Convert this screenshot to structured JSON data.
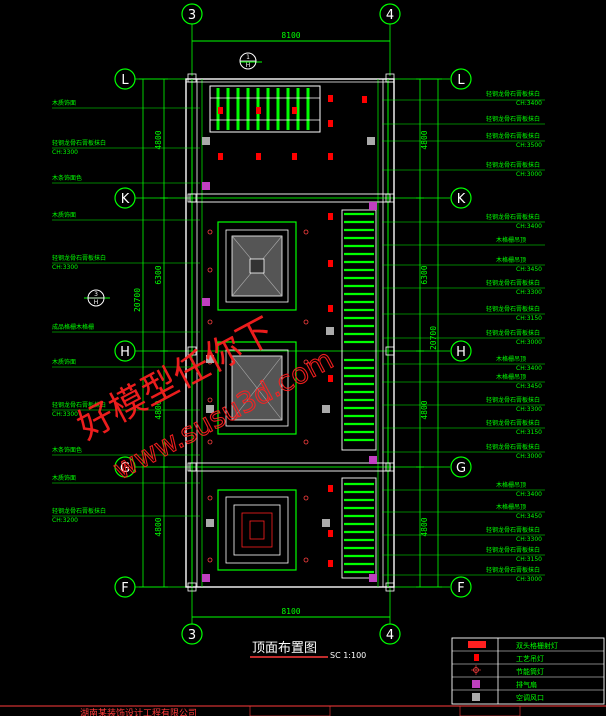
{
  "grid": {
    "top": [
      "3",
      "4"
    ],
    "bottom": [
      "3",
      "4"
    ],
    "rows": [
      "L",
      "K",
      "H",
      "G",
      "F"
    ]
  },
  "dims": {
    "top_width": "8100",
    "bottom_width": "8100",
    "total_left": "20700",
    "total_right": "20700",
    "seg_L_K_left": "4800",
    "seg_L_K_right": "4800",
    "seg_K_H_left": "6300",
    "seg_K_H_right": "6300",
    "seg_H_G_left": "4800",
    "seg_H_G_right": "4800",
    "seg_G_F_left": "4800",
    "seg_G_F_right": "4800"
  },
  "section_marks": {
    "top": {
      "num": "1",
      "sheet": "H"
    },
    "left": {
      "num": "3",
      "sheet": "H"
    }
  },
  "title": "顶面布置图",
  "scale": "SC 1:100",
  "left_labels": [
    {
      "text": "木质饰面"
    },
    {
      "text": "轻钢龙骨石膏板抹白",
      "sub": "CH:3300"
    },
    {
      "text": "木条饰面色"
    },
    {
      "text": "木质饰面"
    },
    {
      "text": "轻钢龙骨石膏板抹白",
      "sub": "CH:3300"
    },
    {
      "text": "成品格栅木格栅"
    },
    {
      "text": "木质饰面"
    },
    {
      "text": "轻钢龙骨石膏板抹白",
      "sub": "CH:3300"
    },
    {
      "text": "木条饰面色"
    },
    {
      "text": "木质饰面"
    },
    {
      "text": "轻钢龙骨石膏板抹白",
      "sub": "CH:3200"
    }
  ],
  "right_labels": [
    {
      "text": "轻钢龙骨石膏板抹白",
      "sub": "CH:3400"
    },
    {
      "text": "轻钢龙骨石膏板抹白"
    },
    {
      "text": "轻钢龙骨石膏板抹白",
      "sub": "CH:3500"
    },
    {
      "text": "轻钢龙骨石膏板抹白",
      "sub": "CH:3000"
    },
    {
      "text": "轻钢龙骨石膏板抹白",
      "sub": "CH:3400"
    },
    {
      "text": "木格栅吊顶"
    },
    {
      "text": "木格栅吊顶",
      "sub": "CH:3450"
    },
    {
      "text": "轻钢龙骨石膏板抹白",
      "sub": "CH:3300"
    },
    {
      "text": "轻钢龙骨石膏板抹白",
      "sub": "CH:3150"
    },
    {
      "text": "轻钢龙骨石膏板抹白",
      "sub": "CH:3000"
    },
    {
      "text": "木格栅吊顶",
      "sub": "CH:3400"
    },
    {
      "text": "木格栅吊顶",
      "sub": "CH:3450"
    },
    {
      "text": "轻钢龙骨石膏板抹白",
      "sub": "CH:3300"
    },
    {
      "text": "轻钢龙骨石膏板抹白",
      "sub": "CH:3150"
    },
    {
      "text": "轻钢龙骨石膏板抹白",
      "sub": "CH:3000"
    },
    {
      "text": "木格栅吊顶",
      "sub": "CH:3400"
    },
    {
      "text": "木格栅吊顶",
      "sub": "CH:3450"
    },
    {
      "text": "轻钢龙骨石膏板抹白",
      "sub": "CH:3300"
    },
    {
      "text": "轻钢龙骨石膏板抹白",
      "sub": "CH:3150"
    },
    {
      "text": "轻钢龙骨石膏板抹白",
      "sub": "CH:3000"
    }
  ],
  "legend": [
    {
      "symbol": "double-spot",
      "label": "双头格栅射灯"
    },
    {
      "symbol": "red-square",
      "label": "工艺吊灯"
    },
    {
      "symbol": "down-light",
      "label": "节能筒灯"
    },
    {
      "symbol": "exhaust",
      "label": "排气扇"
    },
    {
      "symbol": "air-outlet",
      "label": "空调风口"
    }
  ],
  "watermark": {
    "line1": "好模型任你下",
    "line2": "www.susu3d.com"
  },
  "footer_text": "湖南某装饰设计工程有限公司",
  "colors": {
    "bg": "#000000",
    "axis": "#00ff00",
    "dim": "#00ff00",
    "text": "#00ff00",
    "ceiling": "#ffffff",
    "red": "#ff0000",
    "magenta": "#ff00ff",
    "accent_red": "#ff2020",
    "watermark": "#ff2020",
    "title_bar": "#ff3b3b"
  }
}
